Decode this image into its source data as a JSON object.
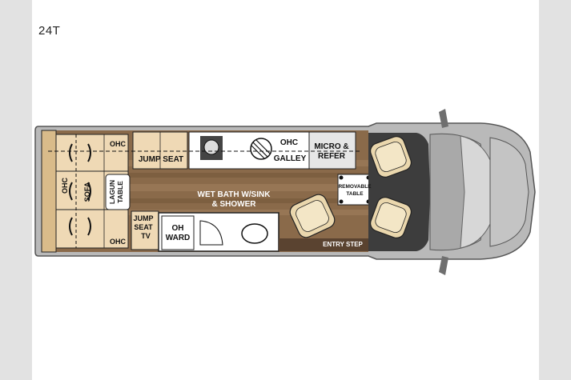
{
  "model": "24T",
  "colors": {
    "exterior": "#b9b9b9",
    "exteriorDark": "#6f6f6f",
    "floorWood": "#8a6a4a",
    "floorWoodLight": "#a88563",
    "cabinet": "#efd9b5",
    "cabinetDark": "#d9bb8a",
    "cab": "#3d3d3d",
    "seat": "#ead7ad",
    "white": "#ffffff",
    "line": "#222222"
  },
  "labels": {
    "ohc_rear_top": "OHC",
    "ohc_rear_bottom": "OHC",
    "ohc_sofa_l1": "OHC",
    "ohc_sofa_l2": "SOFA",
    "jump_seat_top": "JUMP SEAT",
    "lagun_table_l1": "LAGUN",
    "lagun_table_l2": "TABLE",
    "jump_seat_tv_l1": "JUMP",
    "jump_seat_tv_l2": "SEAT",
    "jump_seat_tv_l3": "TV",
    "oh_ward_l1": "OH",
    "oh_ward_l2": "WARD",
    "ohc_galley_l1": "OHC",
    "ohc_galley_l2": "GALLEY",
    "micro_refer_l1": "MICRO &",
    "micro_refer_l2": "REFER",
    "wet_bath_l1": "WET BATH W/SINK",
    "wet_bath_l2": "& SHOWER",
    "removable_table_l1": "REMOVABLE",
    "removable_table_l2": "TABLE",
    "entry_step": "ENTRY STEP"
  }
}
